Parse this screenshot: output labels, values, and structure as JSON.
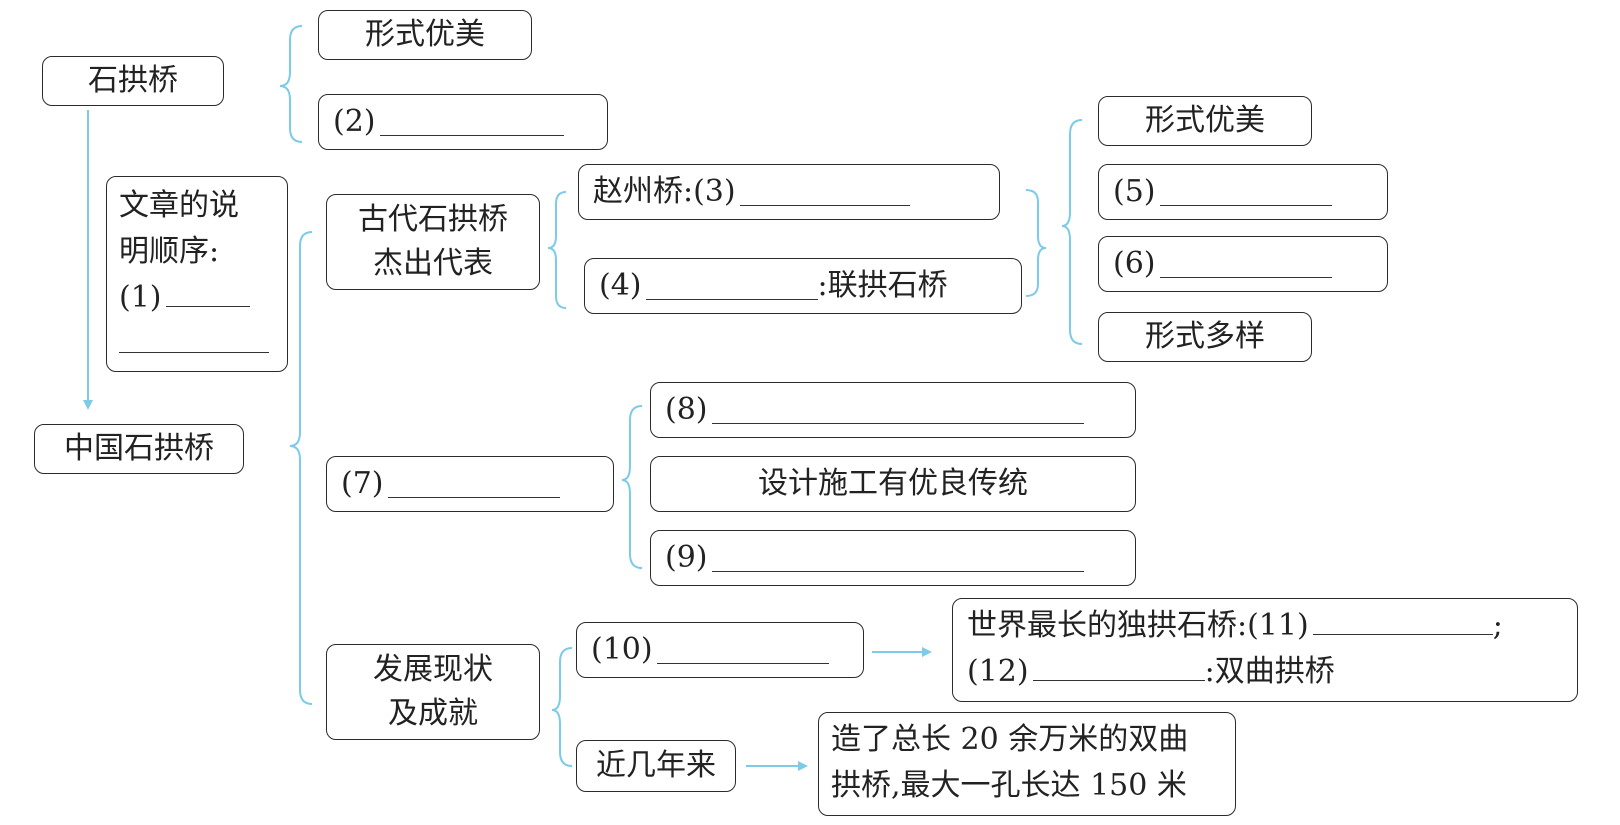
{
  "colors": {
    "line": "#7dcbe8",
    "border": "#2b2b2b",
    "text": "#222222"
  },
  "nodes": {
    "stone_arch_bridge": "石拱桥",
    "china_stone_arch_bridge": "中国石拱桥",
    "elegant_form_1": "形式优美",
    "blank_2": "(2)",
    "explain_order_line1": "文章的说",
    "explain_order_line2": "明顺序:",
    "blank_1": "(1)",
    "ancient_line1": "古代石拱桥",
    "ancient_line2": "杰出代表",
    "zhaozhou": "赵州桥:(3)",
    "blank_4": "(4)",
    "lianggong": ":联拱石桥",
    "elegant_form_2": "形式优美",
    "blank_5": "(5)",
    "blank_6": "(6)",
    "diverse_form": "形式多样",
    "blank_7": "(7)",
    "blank_8": "(8)",
    "design_tradition": "设计施工有优良传统",
    "blank_9": "(9)",
    "development_line1": "发展现状",
    "development_line2": "及成就",
    "blank_10": "(10)",
    "world_longest": "世界最长的独拱石桥:(11)",
    "semicolon": ";",
    "blank_12": "(12)",
    "double_curve": ":双曲拱桥",
    "recent_years": "近几年来",
    "recent_line1": "造了总长 20 余万米的双曲",
    "recent_line2": "拱桥,最大一孔长达 150 米"
  }
}
